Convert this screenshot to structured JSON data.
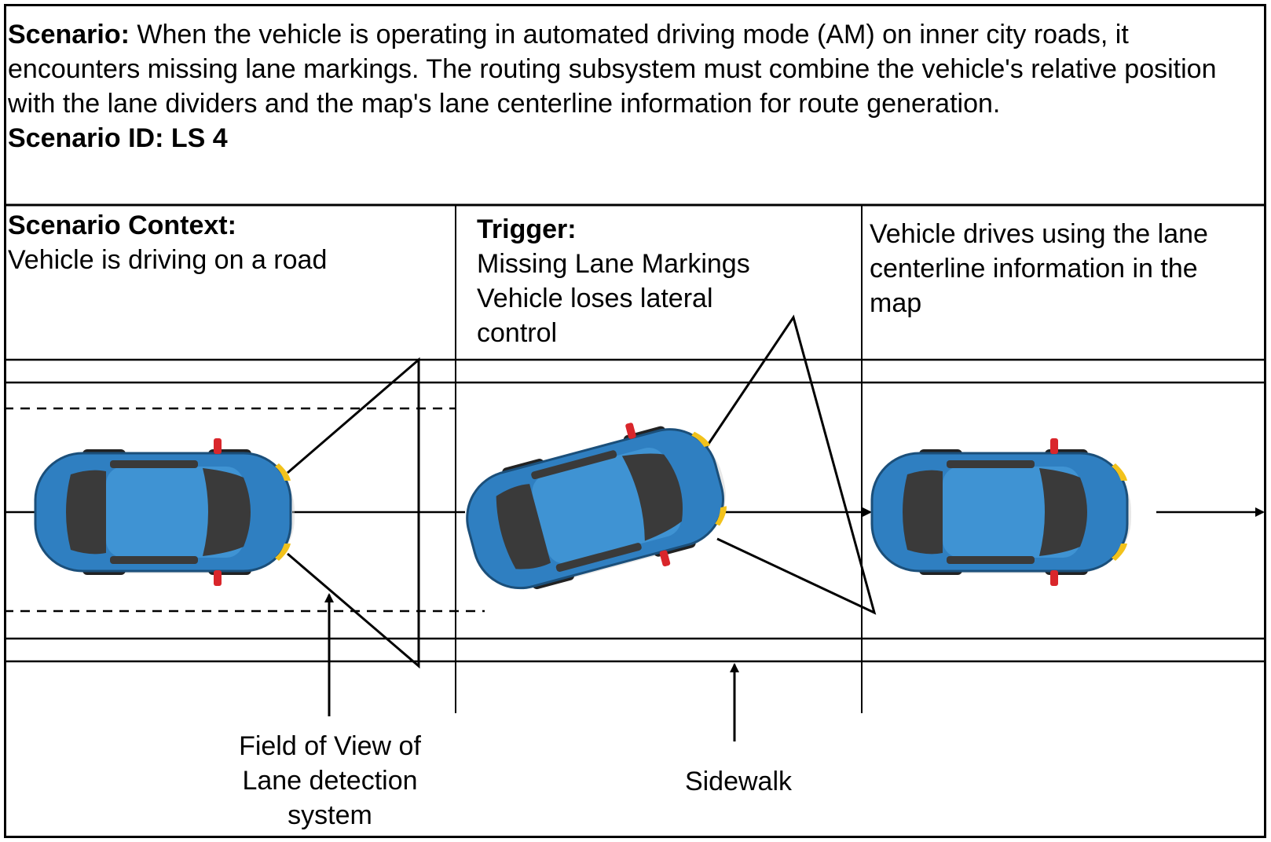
{
  "header": {
    "scenario_label": "Scenario:",
    "scenario_text": " When the vehicle is operating in automated driving mode (AM) on inner city roads, it encounters missing lane markings. The routing subsystem must combine the vehicle's relative position with the lane dividers and the map's lane centerline information for route generation.",
    "scenario_id": "Scenario ID: LS 4"
  },
  "context": {
    "label": "Scenario Context:",
    "text": "Vehicle is driving on a road"
  },
  "trigger": {
    "label": "Trigger:",
    "line1": "Missing Lane Markings",
    "line2": "Vehicle loses lateral",
    "line3": "control"
  },
  "outcome": {
    "line1": "Vehicle drives using the lane",
    "line2": "centerline information in the",
    "line3": "map"
  },
  "annotations": {
    "fov_line1": "Field of View of",
    "fov_line2": "Lane detection",
    "fov_line3": "system",
    "sidewalk": "Sidewalk"
  },
  "colors": {
    "car_body": "#2f7fc1",
    "car_roof": "#3f93d3",
    "window": "#3a3a3a",
    "mirror": "#d9262b",
    "headlight": "#f2c21b"
  }
}
